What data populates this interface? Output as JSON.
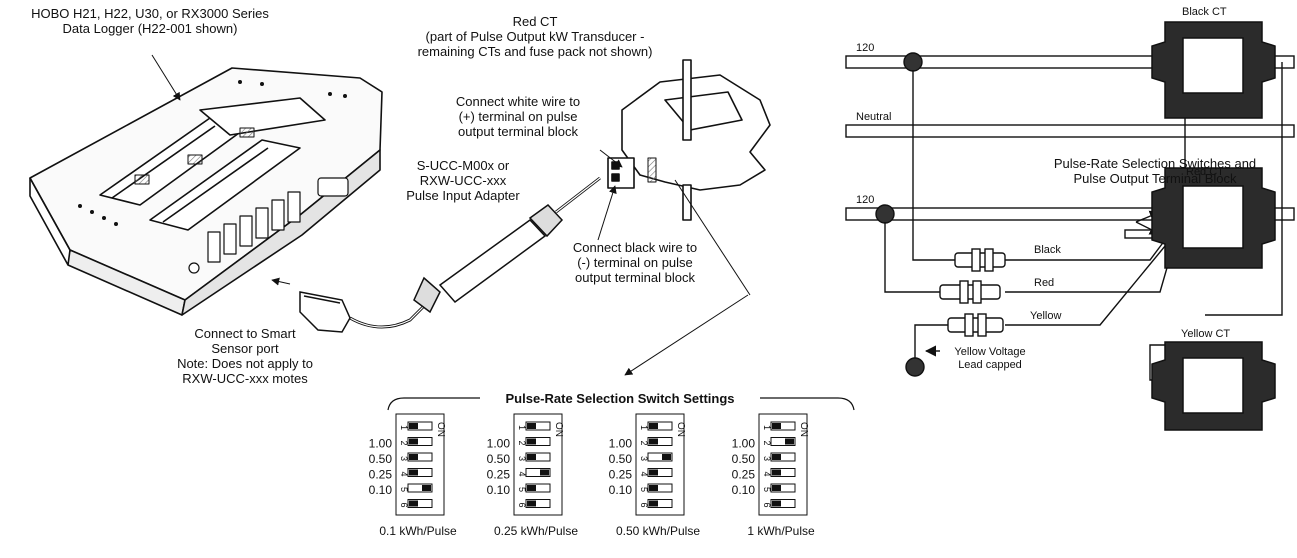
{
  "labels": {
    "logger_line1": "HOBO H21, H22, U30, or RX3000 Series",
    "logger_line2": "Data Logger (H22-001 shown)",
    "redct_line1": "Red CT",
    "redct_line2": "(part of Pulse Output kW Transducer -",
    "redct_line3": "remaining CTs and fuse pack not shown)",
    "white_line1": "Connect white wire to",
    "white_line2": "(+) terminal on pulse",
    "white_line3": "output terminal block",
    "adapter_line1": "S-UCC-M00x or",
    "adapter_line2": "RXW-UCC-xxx",
    "adapter_line3": "Pulse Input Adapter",
    "black_line1": "Connect black wire to",
    "black_line2": "(-) terminal on pulse",
    "black_line3": "output terminal block",
    "smart_line1": "Connect to Smart",
    "smart_line2": "Sensor port",
    "smart_line3": "Note: Does not apply to",
    "smart_line4": "RXW-UCC-xxx motes",
    "settings_title": "Pulse-Rate Selection Switch Settings"
  },
  "switch_settings": {
    "rate_labels": [
      "1.00",
      "0.50",
      "0.25",
      "0.10"
    ],
    "on_label": "ON",
    "switch_numbers": [
      "1",
      "2",
      "3",
      "4",
      "5",
      "6"
    ],
    "blocks": [
      {
        "caption": "0.1 kWh/Pulse",
        "on": [
          false,
          false,
          false,
          false,
          true,
          false
        ]
      },
      {
        "caption": "0.25 kWh/Pulse",
        "on": [
          false,
          false,
          false,
          true,
          false,
          false
        ]
      },
      {
        "caption": "0.50 kWh/Pulse",
        "on": [
          false,
          false,
          true,
          false,
          false,
          false
        ]
      },
      {
        "caption": "1 kWh/Pulse",
        "on": [
          false,
          true,
          false,
          false,
          false,
          false
        ]
      }
    ]
  },
  "wiring": {
    "line_120_top": "120",
    "neutral": "Neutral",
    "line_120_bottom": "120",
    "black_ct": "Black CT",
    "red_ct": "Red CT",
    "yellow_ct": "Yellow CT",
    "switches_line1": "Pulse-Rate Selection Switches and",
    "switches_line2": "Pulse Output Terminal Block",
    "lead_black": "Black",
    "lead_red": "Red",
    "lead_yellow": "Yellow",
    "capped_line1": "Yellow Voltage",
    "capped_line2": "Lead capped"
  },
  "colors": {
    "ink": "#111111",
    "ct_fill": "#2b2b2b",
    "hatch": "#777777"
  }
}
